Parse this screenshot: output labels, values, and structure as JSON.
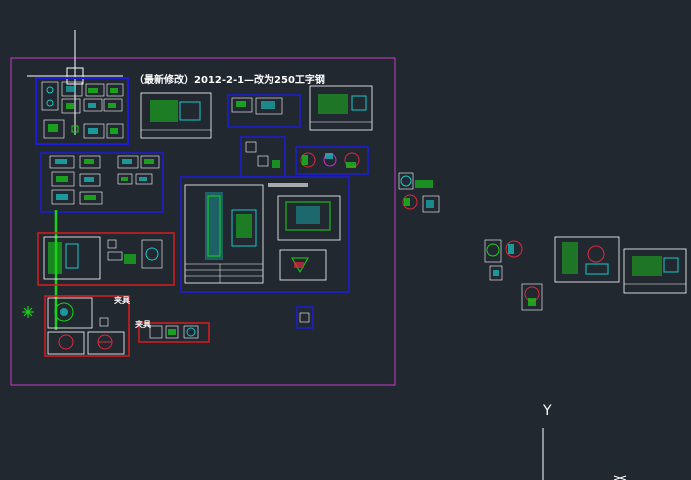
{
  "drawing": {
    "title_note": "（最新修改）2012-2-1—改为250工字钢",
    "label_a": "夹具",
    "label_b": "夹具",
    "axis_y": "Y",
    "colors": {
      "background": "#212830",
      "layout_frame": "#c83cc8",
      "group_blue": "#1c1cd8",
      "group_red": "#d81c1c",
      "sheet_border": "#ffffff",
      "parts_green": "#18d218",
      "parts_cyan": "#18c8c8",
      "parts_red": "#e0283c",
      "parts_magenta": "#d028d0"
    }
  }
}
